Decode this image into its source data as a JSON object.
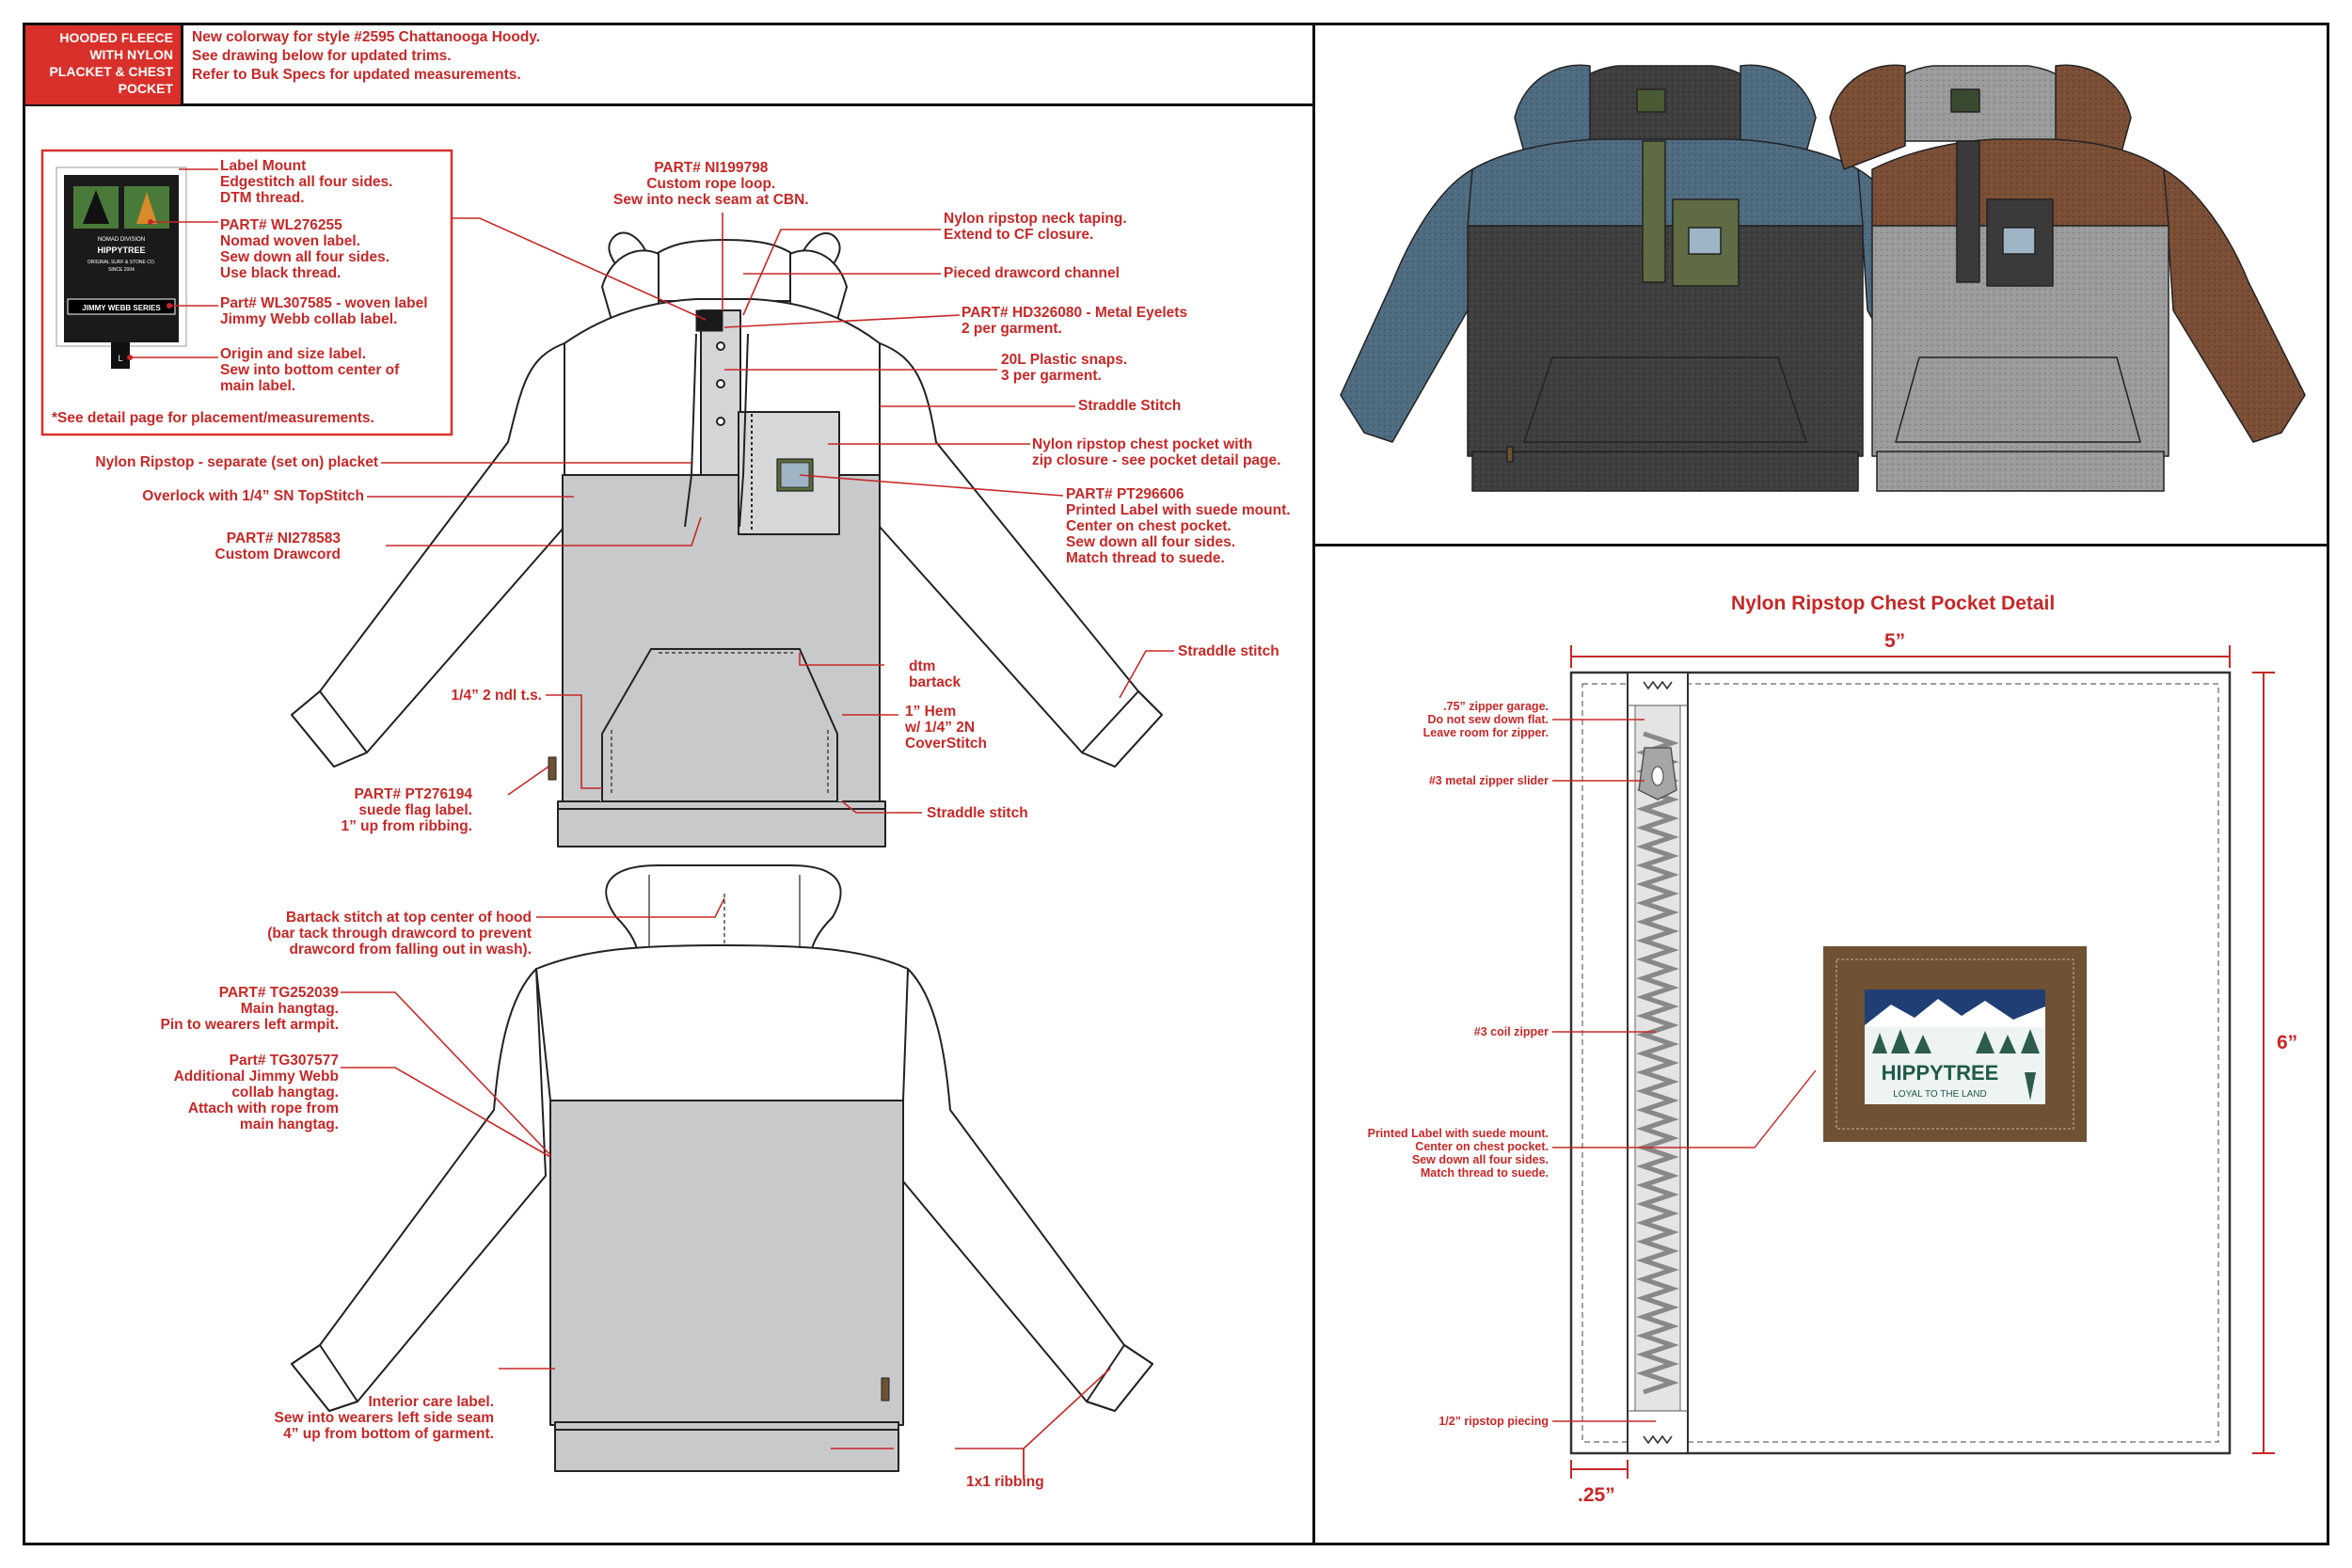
{
  "header": {
    "title": "HOODED FLEECE WITH NYLON PLACKET & CHEST POCKET",
    "notes": [
      "New colorway for style #2595 Chattanooga Hoody.",
      "See drawing below for updated trims.",
      "Refer to Buk Specs for updated measurements."
    ]
  },
  "label_box": {
    "label_text": {
      "division": "NOMAD DIVISION",
      "brand": "HIPPYTREE",
      "line1": "ORIGINAL SURF & STONE CO.",
      "line2": "SINCE 2004",
      "series": "JIMMY WEBB SERIES",
      "size": "L"
    },
    "callouts": [
      "Label Mount\nEdgestitch all four sides.\nDTM thread.",
      "PART# WL276255\nNomad woven label.\nSew down all four sides.\nUse black thread.",
      "Part# WL307585 - woven label\nJimmy Webb collab label.",
      "Origin and size label.\nSew into bottom center of\nmain label."
    ],
    "footnote": "*See detail page for placement/measurements."
  },
  "front_callouts": {
    "rope_loop": "PART# NI199798\nCustom rope loop.\nSew into neck seam at CBN.",
    "neck_taping": "Nylon ripstop neck taping.\nExtend to CF closure.",
    "drawcord_channel": "Pieced drawcord channel",
    "eyelets": "PART# HD326080 - Metal Eyelets\n2 per garment.",
    "snaps": "20L Plastic snaps.\n3 per garment.",
    "straddle_top": "Straddle Stitch",
    "placket": "Nylon Ripstop - separate (set on) placket",
    "chest_pocket": "Nylon ripstop chest pocket with\nzip closure - see pocket detail page.",
    "overlock": "Overlock with 1/4” SN TopStitch",
    "printed_label": "PART# PT296606\nPrinted Label with suede mount.\nCenter on chest pocket.\nSew down all four sides.\nMatch thread to suede.",
    "drawcord": "PART# NI278583\nCustom Drawcord",
    "straddle_sleeve": "Straddle stitch",
    "dtm_bartack": "dtm\nbartack",
    "ndl_ts": "1/4” 2 ndl t.s.",
    "hem": "1” Hem\nw/ 1/4” 2N\nCoverStitch",
    "flag_label": "PART# PT276194\nsuede flag label.\n1” up from ribbing.",
    "straddle_bottom": "Straddle stitch"
  },
  "back_callouts": {
    "bartack": "Bartack stitch at top center of hood\n(bar tack through drawcord to prevent\ndrawcord from falling out in wash).",
    "hangtag_main": "PART# TG252039\nMain hangtag.\nPin to wearers left armpit.",
    "hangtag_collab": "Part# TG307577\nAdditional Jimmy Webb\ncollab hangtag.\nAttach with rope from\nmain hangtag.",
    "care_label": "Interior care label.\nSew into wearers left side seam\n4” up from bottom of garment.",
    "ribbing": "1x1 ribbing"
  },
  "pocket_detail": {
    "title": "Nylon Ripstop Chest Pocket Detail",
    "width_dim": "5”",
    "height_dim": "6”",
    "offset_dim": ".25”",
    "callouts": {
      "garage": ".75” zipper garage.\nDo not sew down flat.\nLeave room for zipper.",
      "slider": "#3 metal zipper slider",
      "coil": "#3 coil zipper",
      "label": "Printed Label with suede mount.\nCenter on chest pocket.\nSew down all four sides.\nMatch thread to suede.",
      "piecing": "1/2” ripstop piecing"
    },
    "patch": {
      "brand": "HIPPYTREE",
      "tagline": "LOYAL TO THE LAND"
    }
  },
  "colors": {
    "accent": "#c62828",
    "header_bg": "#d9302b",
    "blue_heather": "#4f6b80",
    "charcoal_heather": "#3f3f40",
    "brown_heather": "#7b4e36",
    "grey_heather": "#9b9b9b",
    "olive_pocket": "#5e6b43",
    "suede": "#6e5233",
    "body_grey": "#c8c9cb"
  }
}
